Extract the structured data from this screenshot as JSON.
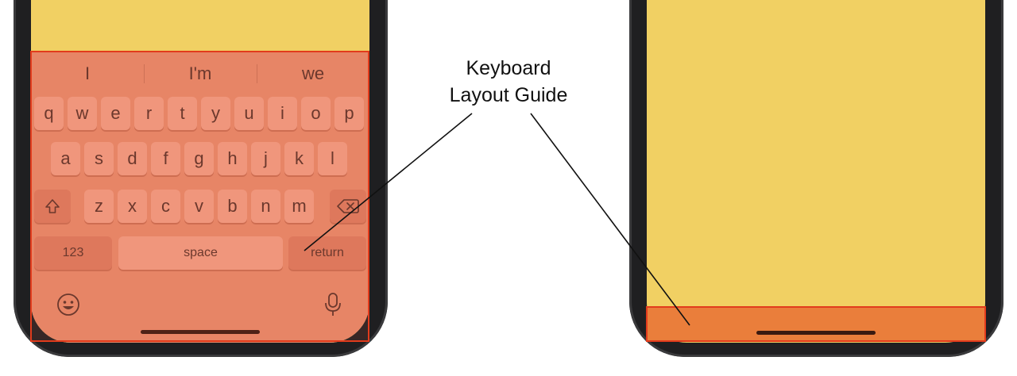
{
  "annotation": {
    "label_line1": "Keyboard",
    "label_line2": "Layout Guide"
  },
  "keyboard": {
    "predictions": [
      "I",
      "I'm",
      "we"
    ],
    "row1": [
      "q",
      "w",
      "e",
      "r",
      "t",
      "y",
      "u",
      "i",
      "o",
      "p"
    ],
    "row2": [
      "a",
      "s",
      "d",
      "f",
      "g",
      "h",
      "j",
      "k",
      "l"
    ],
    "row3": [
      "z",
      "x",
      "c",
      "v",
      "b",
      "n",
      "m"
    ],
    "numbers_label": "123",
    "space_label": "space",
    "return_label": "return",
    "icons": {
      "shift": "shift-icon",
      "backspace": "backspace-icon",
      "emoji": "emoji-icon",
      "mic": "microphone-icon"
    }
  },
  "colors": {
    "screen_background": "#f1d063",
    "keyboard_overlay": "#e88a6a",
    "guide_outline": "#e23b1c",
    "bottom_guide_fill": "#ea7e3b",
    "phone_frame": "#1f1f21"
  }
}
